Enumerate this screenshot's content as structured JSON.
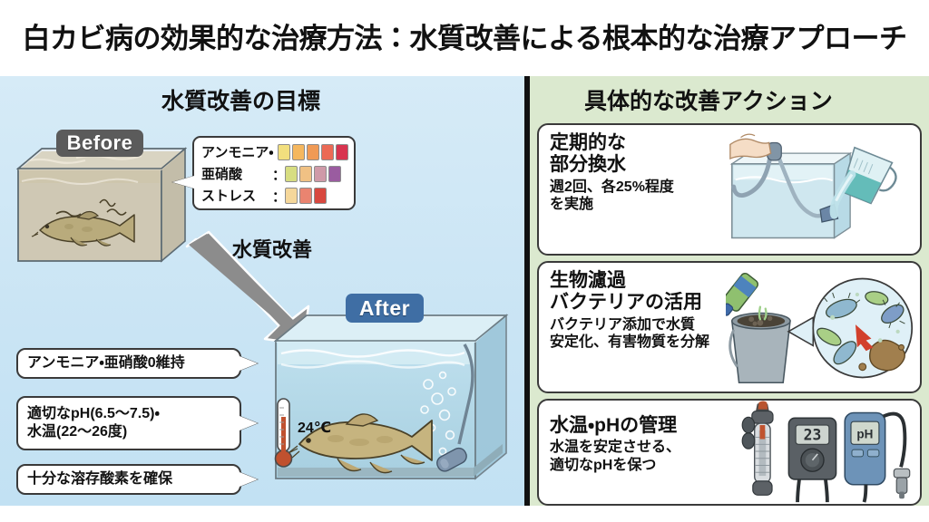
{
  "header": {
    "title": "白カビ病の効果的な治療方法：水質改善による根本的な治療アプローチ"
  },
  "theme": {
    "left_panel_bg": "#cfe7f5",
    "right_panel_bg": "#dbe9cf",
    "divider": "#111111",
    "before_badge_bg": "#5b5b5b",
    "after_badge_bg": "#3f6ea4",
    "callout_border": "#3a3a3a",
    "arrow_color": "#7d7d7d",
    "page_bg": "#ffffff"
  },
  "left_panel": {
    "heading": "水質改善の目標",
    "before_badge": "Before",
    "after_badge": "After",
    "arrow_label": "水質改善",
    "temperature_label": "24℃",
    "test_strip": {
      "rows": [
        {
          "label": "アンモニア・",
          "colon": "",
          "swatches": [
            "#f2df7e",
            "#f5b75e",
            "#f09a55",
            "#ec6a55",
            "#d8344f"
          ]
        },
        {
          "label": "亜硝酸",
          "colon": "：",
          "swatches": [
            "#d7dd81",
            "#f0c184",
            "#cf9aa8",
            "#9a5ca0",
            ""
          ]
        },
        {
          "label": "ストレス",
          "colon": "：",
          "swatches": [
            "#f5d79a",
            "#ea8470",
            "#d8483f",
            "",
            ""
          ]
        }
      ]
    },
    "callouts": [
      "アンモニア・亜硝酸0維持",
      "適切なpH(6.5〜7.5)・\n水温(22〜26度)",
      "十分な溶存酸素を確保"
    ]
  },
  "right_panel": {
    "heading": "具体的な改善アクション",
    "cards": [
      {
        "title": "定期的な\n部分換水",
        "body": "週2回、各25%程度\nを実施",
        "art": "water-change-illustration"
      },
      {
        "title": "生物濾過\nバクテリアの活用",
        "body": "バクテリア添加で水質\n安定化、有害物質を分解",
        "art": "bacteria-illustration"
      },
      {
        "title": "水温・pHの管理",
        "body": "水温を安定させる、\n適切なpHを保つ",
        "art": "heater-ph-illustration",
        "controller_display": "23",
        "ph_display": "pH"
      }
    ]
  }
}
